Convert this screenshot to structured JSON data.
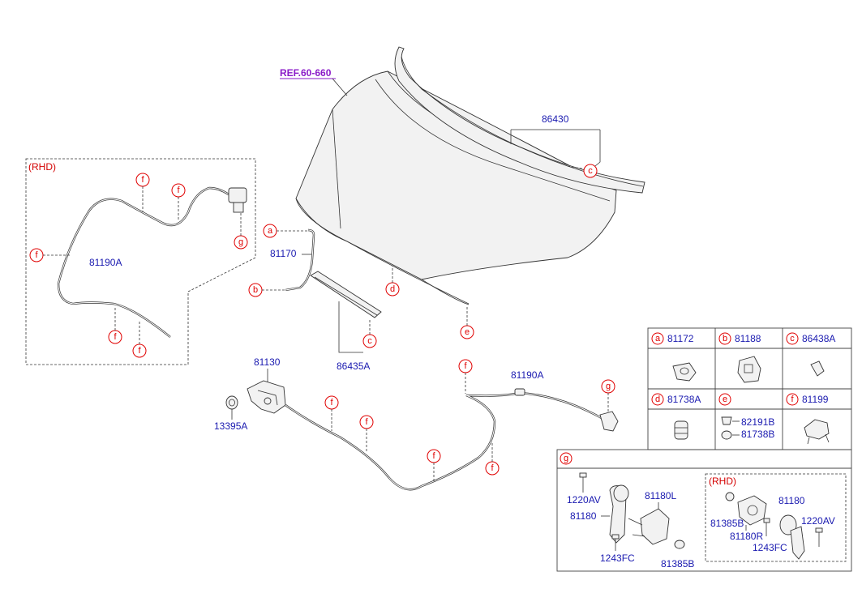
{
  "ref_label": "REF.60-660",
  "rhd_label": "(RHD)",
  "part_numbers": {
    "hood_seal": "86430",
    "hood_rod": "81170",
    "hood_strip": "86435A",
    "latch": "81130",
    "bumper": "13395A",
    "cable_rhd": "81190A",
    "cable_main": "81190A"
  },
  "callouts": {
    "a": "a",
    "b": "b",
    "c": "c",
    "d": "d",
    "e": "e",
    "f": "f",
    "g": "g"
  },
  "table": {
    "cells": [
      {
        "letter": "a",
        "part": "81172"
      },
      {
        "letter": "b",
        "part": "81188"
      },
      {
        "letter": "c",
        "part": "86438A"
      },
      {
        "letter": "d",
        "part": "81738A"
      },
      {
        "letter": "e",
        "part": ""
      },
      {
        "letter": "f",
        "part": "81199"
      }
    ],
    "e_parts": [
      "82191B",
      "81738B"
    ]
  },
  "detail_g": {
    "letter": "g",
    "rhd_label": "(RHD)",
    "left": {
      "bolt": "1220AV",
      "lever": "81180",
      "bracket": "81180L",
      "screw": "1243FC",
      "nut": "81385B"
    },
    "right": {
      "nut": "81385B",
      "bracket": "81180R",
      "screw": "1243FC",
      "lever": "81180",
      "bolt": "1220AV"
    }
  },
  "colors": {
    "part_number": "#1a1ab0",
    "callout": "#e00000",
    "ref": "#8a1ac8",
    "line": "#333333"
  }
}
